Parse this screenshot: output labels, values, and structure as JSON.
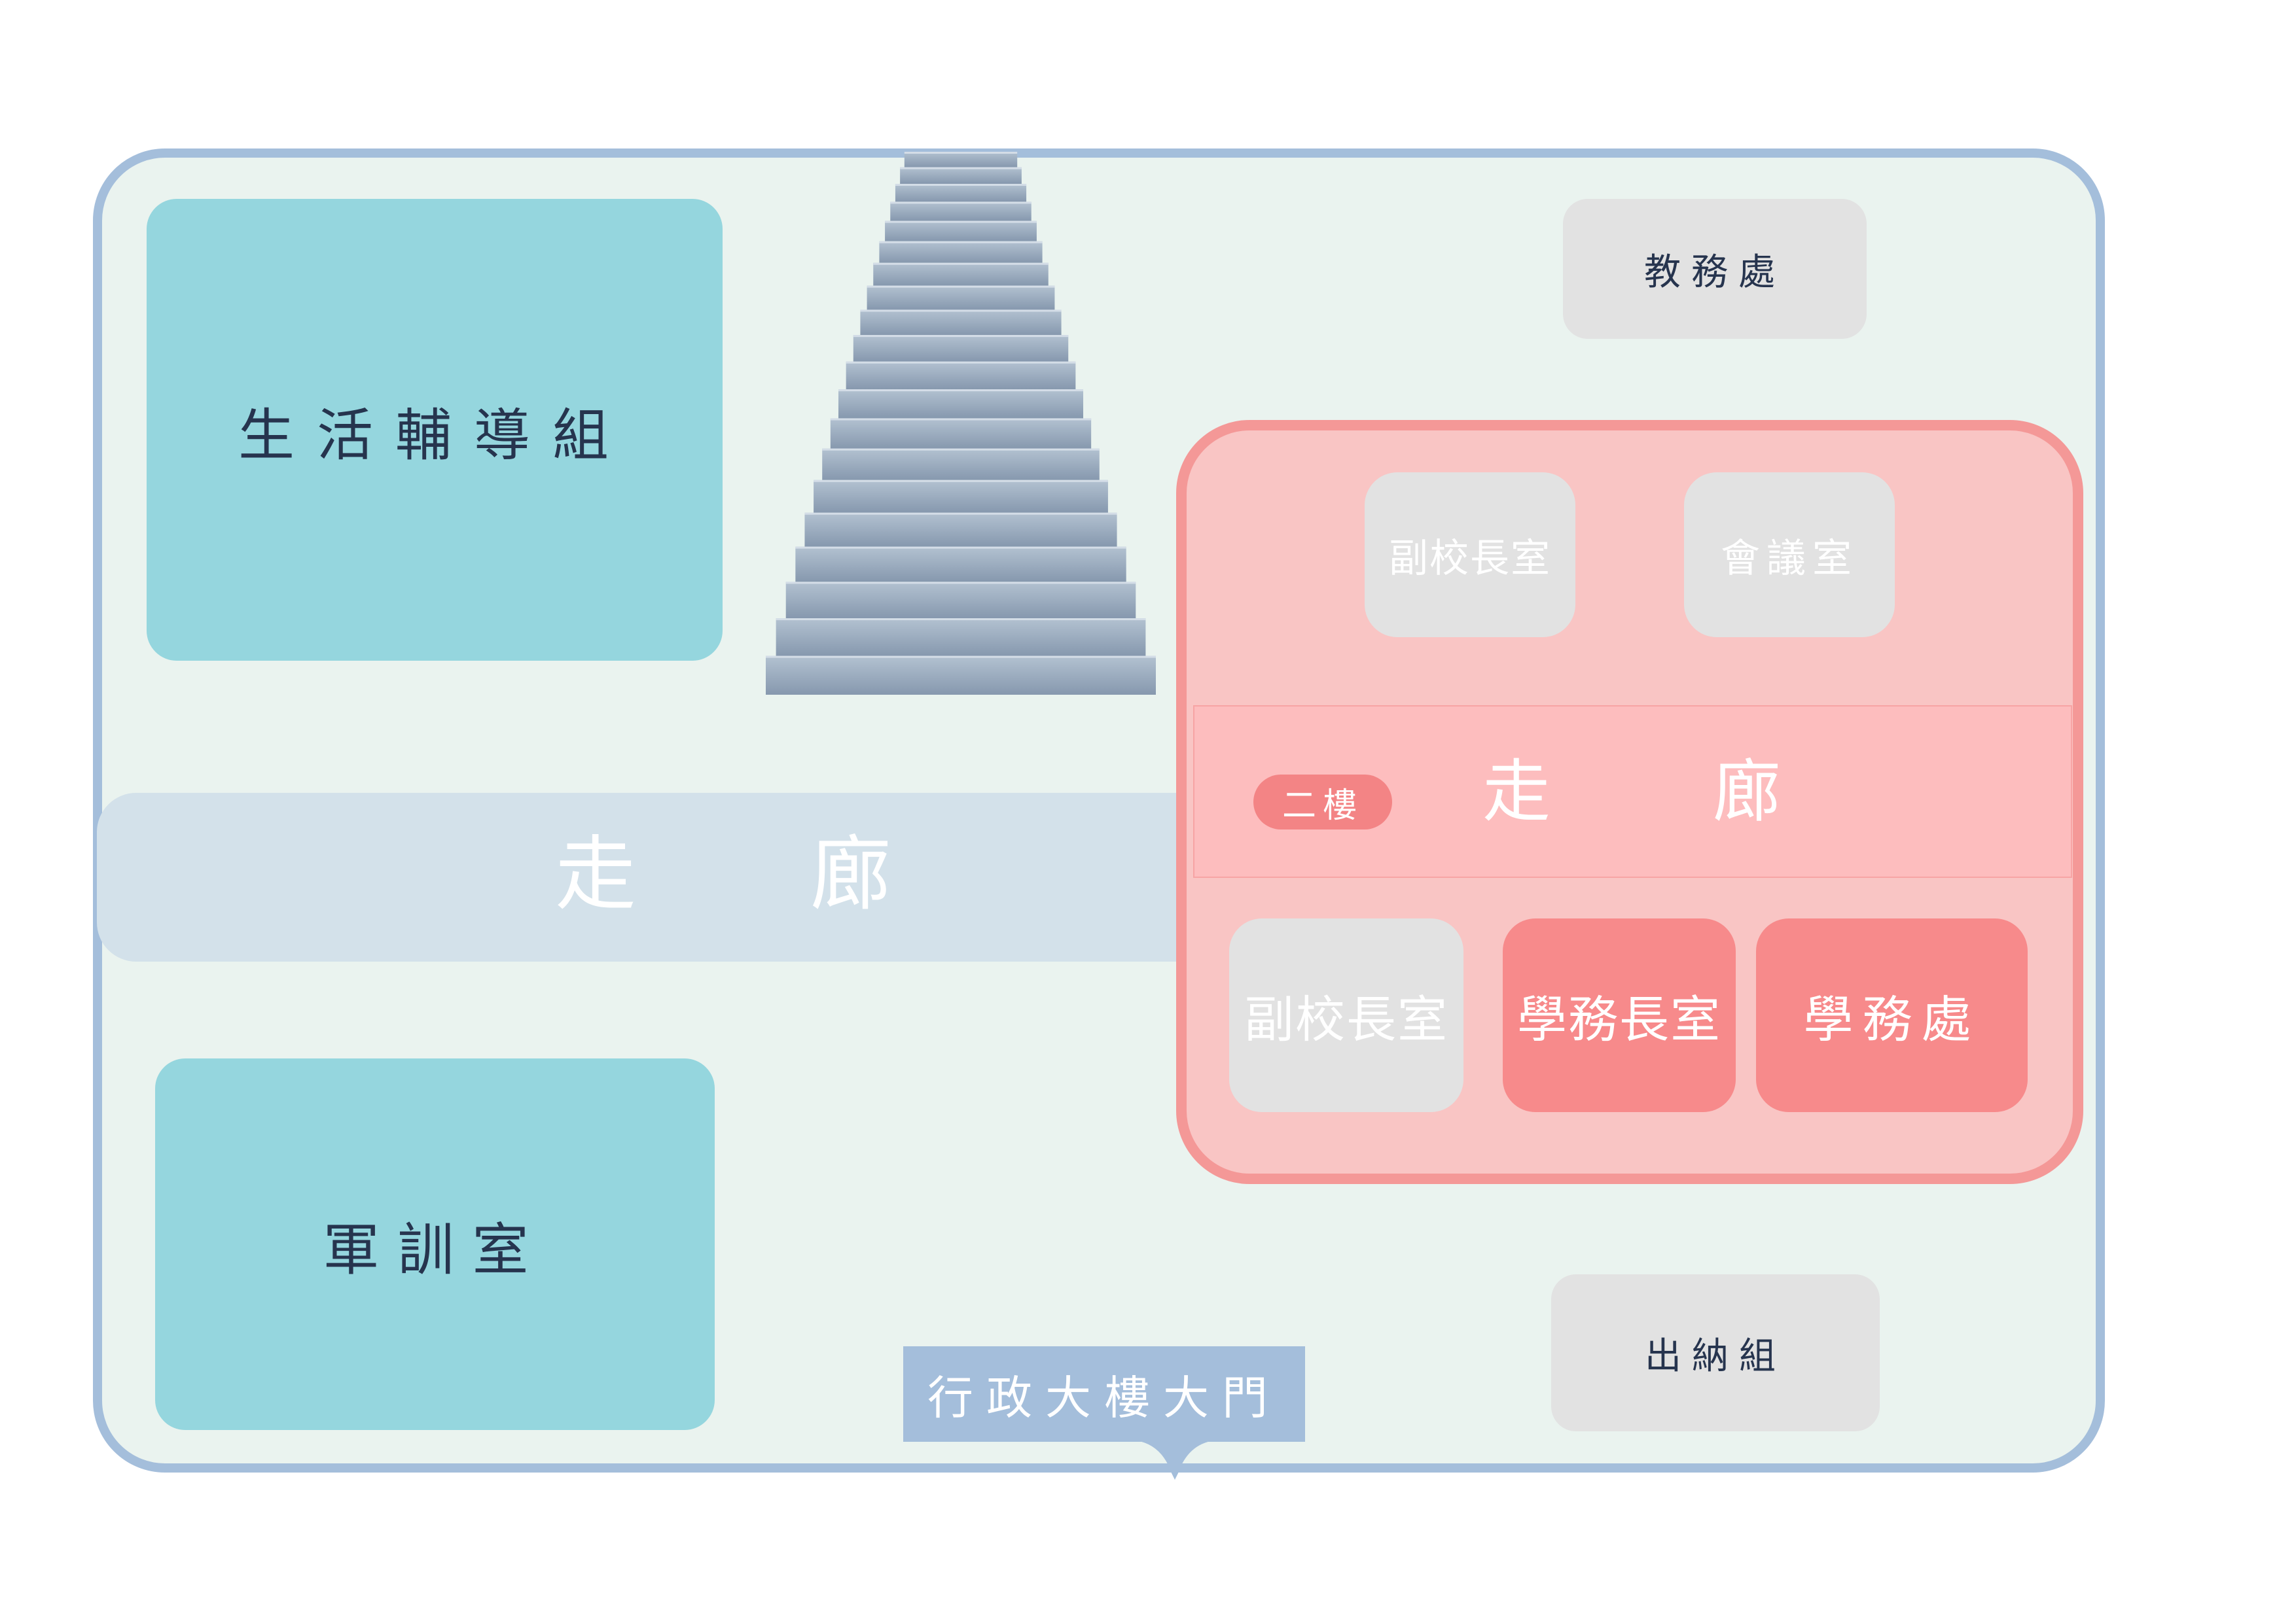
{
  "rooms": {
    "life_guidance": "生活輔導組",
    "military_training": "軍訓室",
    "academic_affairs": "教務處",
    "cashier": "出納組",
    "vice_principal_upper": "副校長室",
    "meeting_room": "會議室",
    "vice_principal_lower": "副校長室",
    "dean_students_office": "學務長室",
    "student_affairs": "學務處"
  },
  "corridor": {
    "ground_char1": "走",
    "ground_char2": "廊",
    "second_char1": "走",
    "second_char2": "廊"
  },
  "floor_badge": "二樓",
  "entrance": "行政大樓大門",
  "colors": {
    "floor_background": "#eaf3ef",
    "floor_border": "#a4bedb",
    "teal_room": "#95d6de",
    "gray_room": "#e2e2e2",
    "second_floor_fill": "#f9c5c4",
    "second_floor_border": "#f49897",
    "student_affairs_rooms": "#f78a8b",
    "corridor_ground": "#d3e1ea",
    "entrance_label": "#a4bedb"
  },
  "icons": {
    "stairs": "staircase-icon",
    "entrance_pointer": "pointer-icon"
  }
}
